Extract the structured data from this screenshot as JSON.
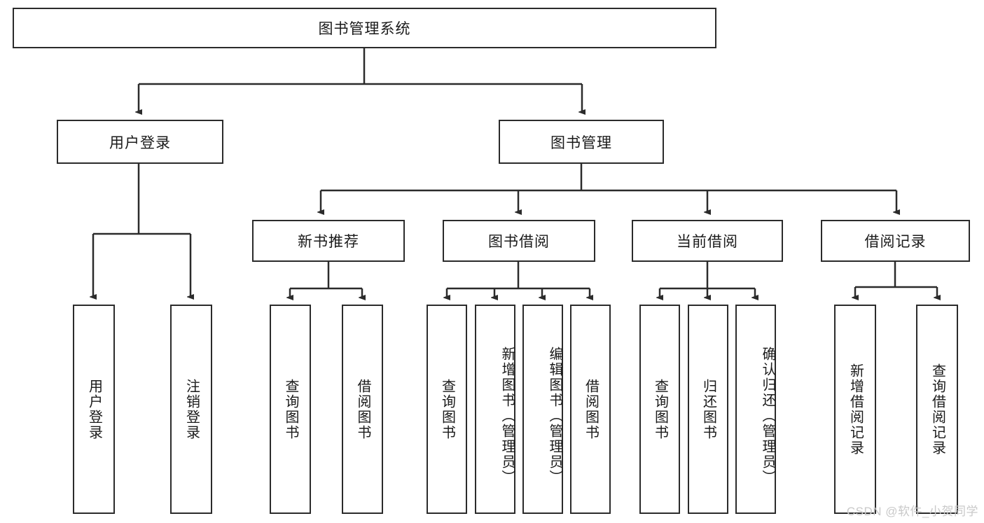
{
  "diagram": {
    "title": "图书管理系统",
    "type": "hierarchy-tree",
    "root": {
      "label": "图书管理系统"
    },
    "level2": [
      {
        "label": "用户登录"
      },
      {
        "label": "图书管理"
      }
    ],
    "level3": [
      {
        "label": "新书推荐"
      },
      {
        "label": "图书借阅"
      },
      {
        "label": "当前借阅"
      },
      {
        "label": "借阅记录"
      }
    ],
    "leaves": {
      "user_login": [
        {
          "label": "用户登录"
        },
        {
          "label": "注销登录"
        }
      ],
      "new_book_recommend": [
        {
          "label": "查询图书"
        },
        {
          "label": "借阅图书"
        }
      ],
      "book_borrow": [
        {
          "label": "查询图书"
        },
        {
          "label": "新增图书（管理员）"
        },
        {
          "label": "编辑图书（管理员）"
        },
        {
          "label": "借阅图书"
        }
      ],
      "current_borrow": [
        {
          "label": "查询图书"
        },
        {
          "label": "归还图书"
        },
        {
          "label": "确认归还（管理员）"
        }
      ],
      "borrow_record": [
        {
          "label": "新增借阅记录"
        },
        {
          "label": "查询借阅记录"
        }
      ]
    }
  },
  "watermark": {
    "text": "CSDN @软件_小贺同学"
  },
  "colors": {
    "stroke": "#2b2b2b",
    "text": "#1a1a1a",
    "background": "#ffffff",
    "watermark": "#c9c9c9"
  }
}
